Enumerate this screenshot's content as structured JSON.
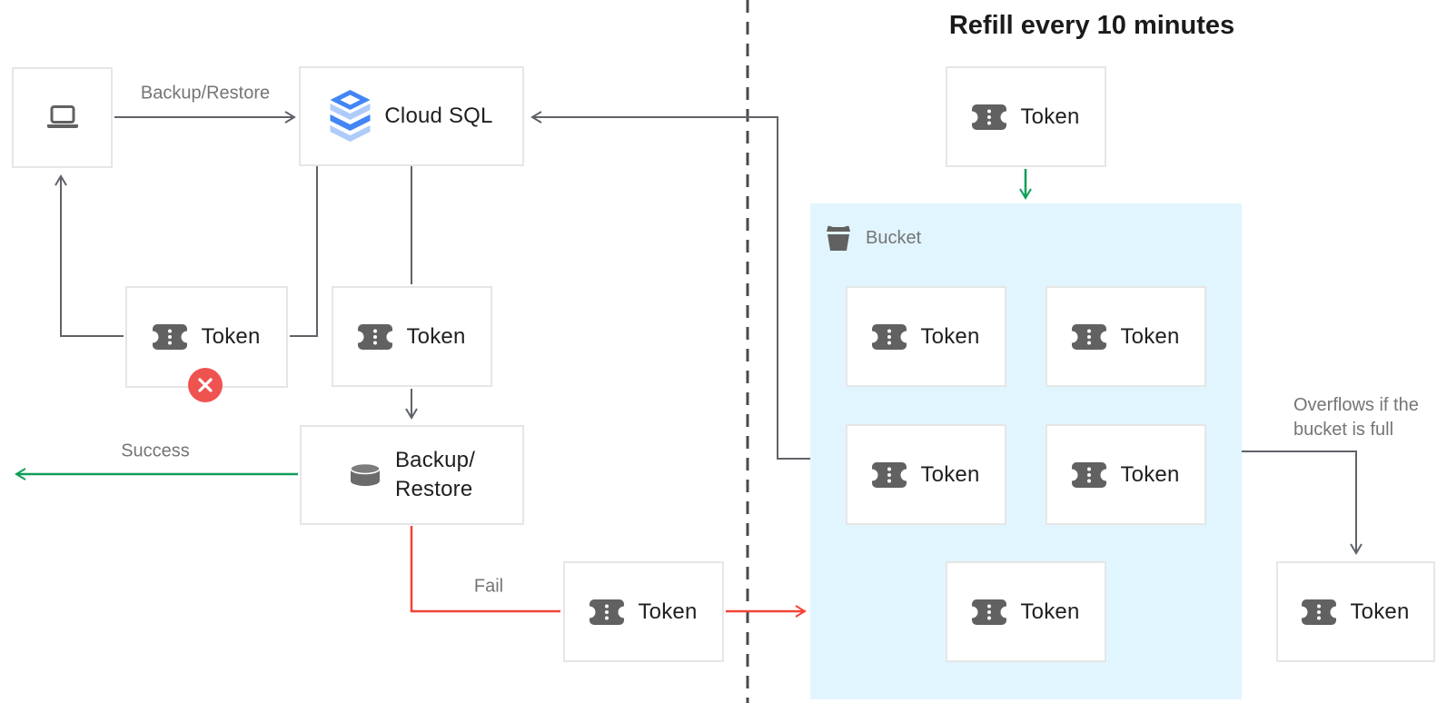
{
  "diagram": {
    "title": "Refill every 10 minutes",
    "nodes": {
      "cloud_sql": "Cloud SQL",
      "token": "Token",
      "backup_line1": "Backup/",
      "backup_line2": "Restore",
      "bucket": "Bucket"
    },
    "edge_labels": {
      "backup_restore": "Backup/Restore",
      "success": "Success",
      "fail": "Fail",
      "overflow_line1": "Overflows if the",
      "overflow_line2": "bucket is full"
    },
    "icons": {
      "laptop": "laptop-icon",
      "cloud_sql": "cloud-sql-stack-icon",
      "token": "ticket-token-icon",
      "database": "database-cylinder-icon",
      "bucket": "bucket-basket-icon",
      "error": "x-circle-icon"
    },
    "colors": {
      "bucket_background": "#E1F5FE",
      "success_green": "#0F9D58",
      "fail_red": "#F44336",
      "error_badge_red": "#EF5350",
      "line_gray": "#5F6368",
      "divider_gray": "#4A4A4A",
      "icon_gray": "#616161",
      "text_dark": "#1F1F1F",
      "text_gray": "#757575",
      "border_gray": "#E6E6E6",
      "cloud_sql_blue": "#4285F4",
      "cloud_sql_light_blue": "#AECBFA"
    }
  }
}
